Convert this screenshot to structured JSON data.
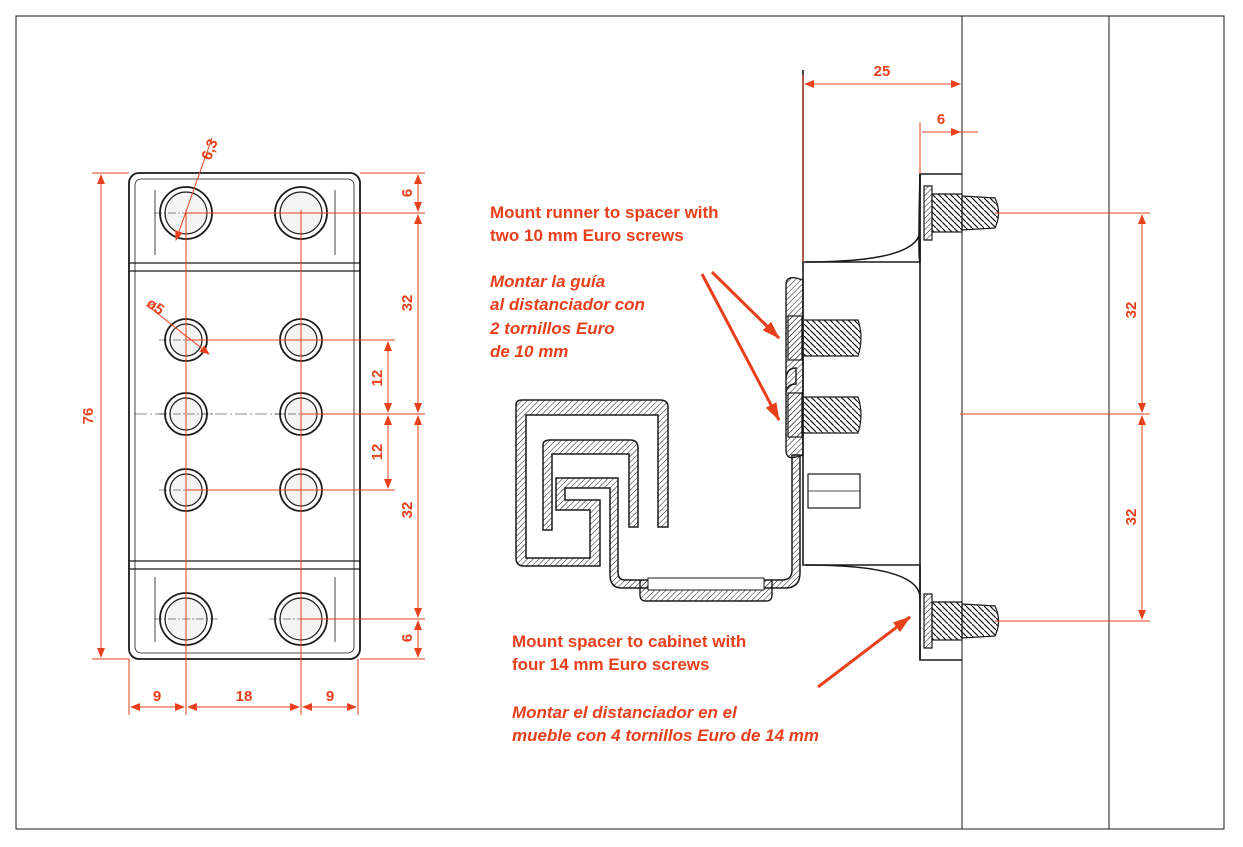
{
  "colors": {
    "accent": "#e8401c",
    "line": "#1a1a1a"
  },
  "dimensions": {
    "hole_large": "6,3",
    "hole_small": "ø5",
    "height_total": "76",
    "right_top": "6",
    "right_upper": "32",
    "right_mid_top": "12",
    "right_mid_bottom": "12",
    "right_lower": "32",
    "right_bottom": "6",
    "bottom_left": "9",
    "bottom_mid": "18",
    "bottom_right": "9",
    "top_depth": "25",
    "top_flange": "6",
    "cab_upper": "32",
    "cab_lower": "32"
  },
  "notes": {
    "runner_en": [
      "Mount runner to spacer with",
      "two 10 mm Euro screws"
    ],
    "runner_es": [
      "Montar la guía",
      "al distanciador con",
      "2 tornillos Euro",
      "de 10 mm"
    ],
    "spacer_en": [
      "Mount spacer to cabinet with",
      "four 14 mm Euro screws"
    ],
    "spacer_es": [
      "Montar el distanciador en el",
      "mueble con 4 tornillos Euro de 14 mm"
    ]
  }
}
